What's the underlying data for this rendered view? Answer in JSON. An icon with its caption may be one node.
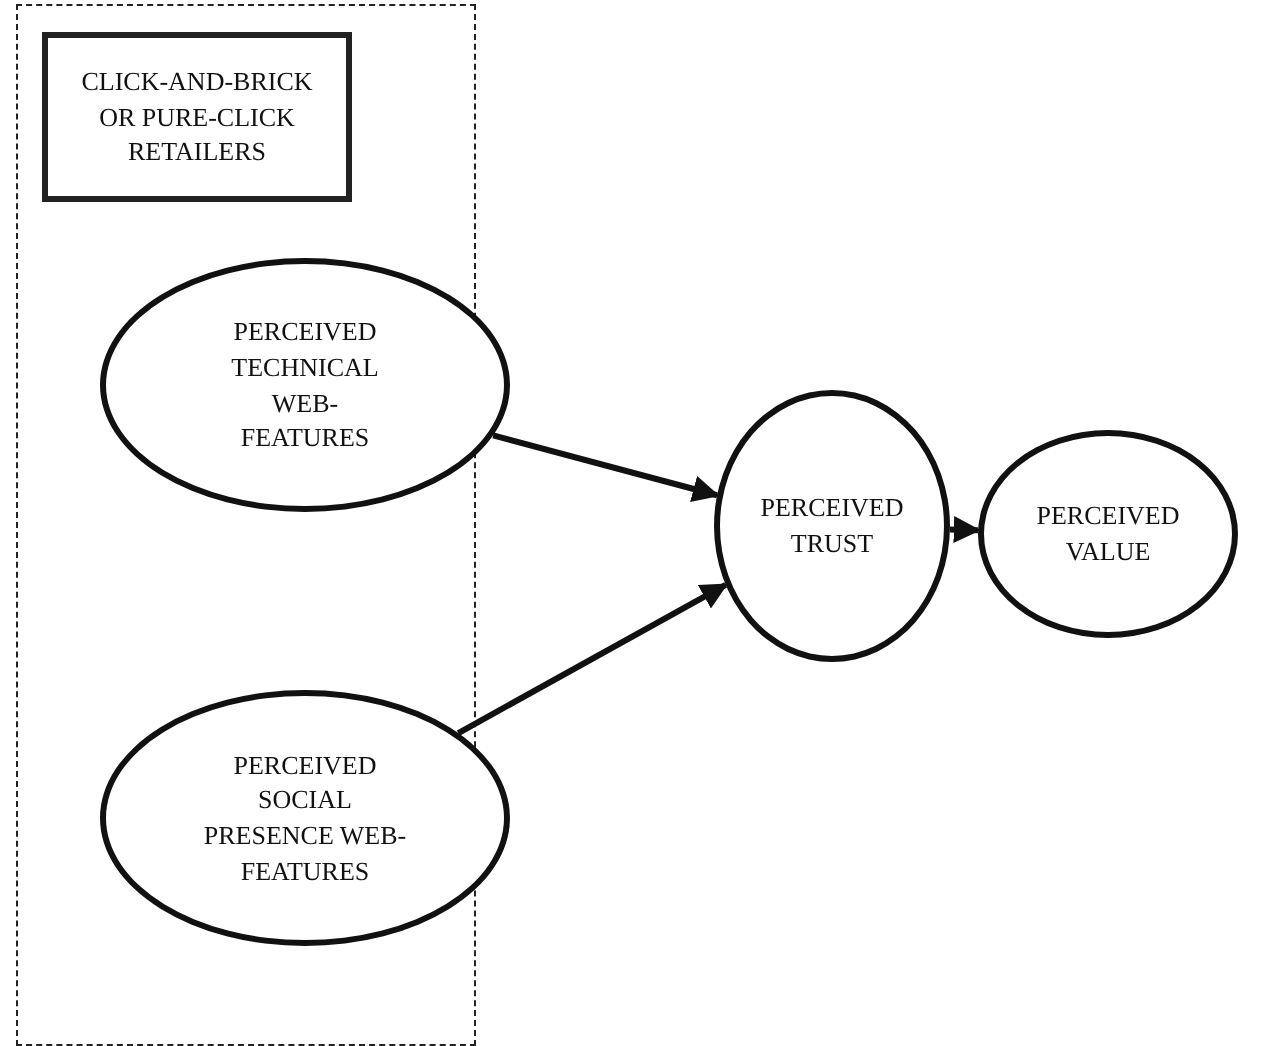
{
  "diagram": {
    "nodes": [
      {
        "text": [],
        "shape": "box"
      },
      {
        "text": [
          "CLICK-AND-BRICK OR PURE-CLICK RETAILERS"
        ],
        "in": 0
      },
      {
        "text": [
          "PERCEIVED TECHNICAL WEB-FEATURES"
        ]
      },
      {
        "text": [
          "PERCEIVED SOCIAL PRESENCE WEB-FEATURES"
        ]
      },
      {
        "text": [
          "PERCEIVED TRUST"
        ]
      },
      {
        "text": [
          "PERCEIVED VALUE"
        ]
      }
    ],
    "edges": [
      {
        "from": 2,
        "to": 4,
        "arrow": "to"
      },
      {
        "from": 3,
        "to": 4,
        "arrow": "to"
      },
      {
        "from": 4,
        "to": 5,
        "arrow": "to"
      }
    ]
  }
}
